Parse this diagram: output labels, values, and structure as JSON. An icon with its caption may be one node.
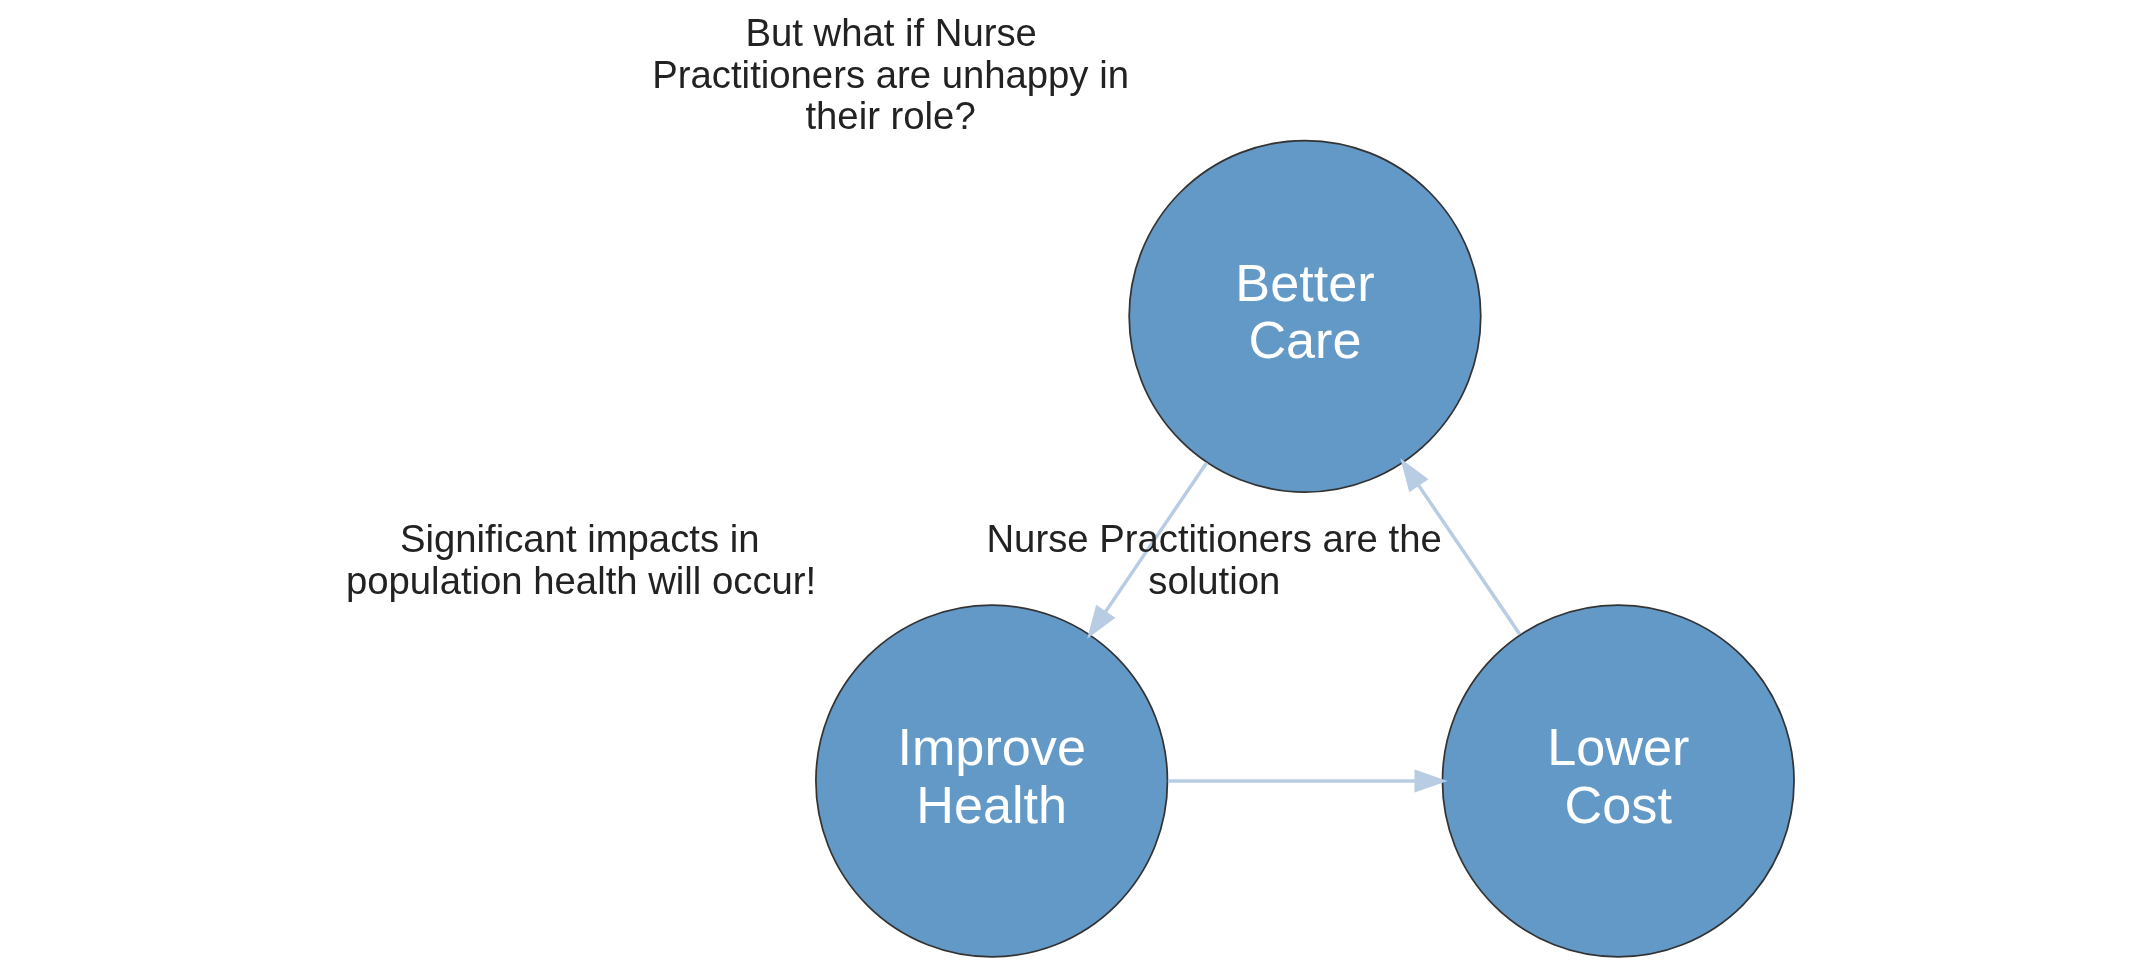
{
  "diagram": {
    "nodes": [
      {
        "text": [
          "Better Care"
        ],
        "beside": [
          "But what if Nurse Practitioners are unhappy in their role?"
        ]
      },
      {
        "text": [
          "Improve Health"
        ],
        "beside": [
          "Significant impacts in population health will occur!"
        ]
      },
      {
        "text": [
          "Lower Cost"
        ],
        "beside": [
          "Nurse Practitioners are the solution"
        ]
      }
    ],
    "edges": [
      {
        "from": 0,
        "to": 1,
        "arrow": "to"
      },
      {
        "from": 1,
        "to": 2,
        "arrow": "to"
      },
      {
        "from": 2,
        "to": 0,
        "arrow": "to"
      }
    ]
  }
}
